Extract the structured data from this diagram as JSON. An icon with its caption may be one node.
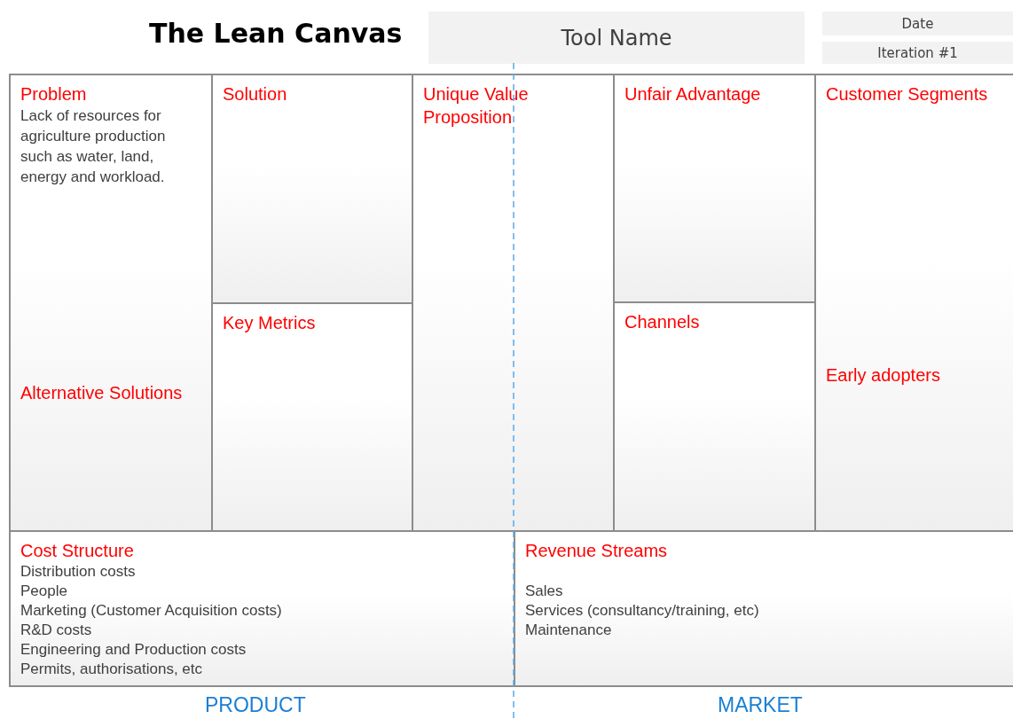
{
  "diagram": {
    "title": "The Lean Canvas",
    "nodes": [
      {
        "text": [
          "Tool Name"
        ]
      },
      {
        "text": [
          "Date"
        ]
      },
      {
        "text": [
          "Iteration #1"
        ]
      },
      {
        "text": [
          "Problem",
          "Lack of resources for agriculture production such as water, land, energy and workload.",
          "Alternative Solutions"
        ]
      },
      {
        "text": [
          "Solution"
        ]
      },
      {
        "text": [
          "Key Metrics"
        ]
      },
      {
        "text": [
          "Unique Value Proposition"
        ]
      },
      {
        "text": [
          "Unfair Advantage"
        ]
      },
      {
        "text": [
          "Channels"
        ]
      },
      {
        "text": [
          "Customer Segments",
          "Early adopters"
        ]
      },
      {
        "text": [
          "Cost Structure",
          "Distribution costs",
          "People",
          "Marketing (Customer Acquisition costs)",
          "R&D costs",
          "Engineering and Production costs",
          "Permits, authorisations, etc"
        ]
      },
      {
        "text": [
          "Revenue Streams",
          "Sales",
          "Services  (consultancy/training, etc)",
          "Maintenance"
        ]
      }
    ],
    "edges": [],
    "labels": [
      "PRODUCT",
      "MARKET"
    ]
  }
}
